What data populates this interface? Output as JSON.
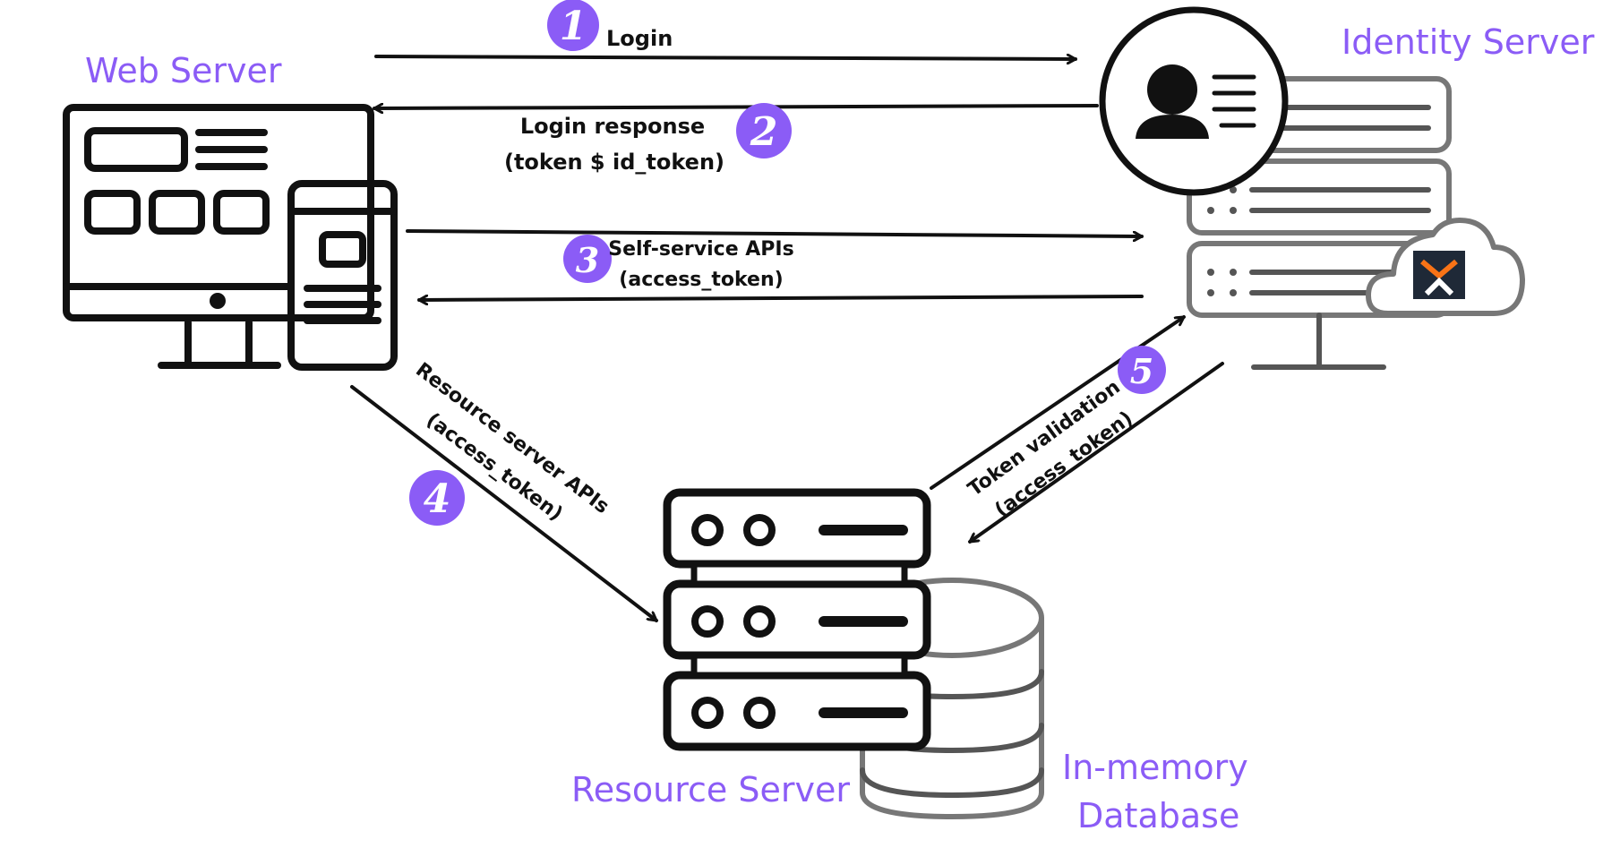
{
  "nodes": {
    "web_server": "Web Server",
    "identity_server": "Identity Server",
    "resource_server": "Resource Server",
    "database_line1": "In-memory",
    "database_line2": "Database"
  },
  "steps": [
    {
      "number": "1",
      "label_line1": "Login",
      "label_line2": ""
    },
    {
      "number": "2",
      "label_line1": "Login response",
      "label_line2": "(token $ id_token)"
    },
    {
      "number": "3",
      "label_line1": "Self-service APIs",
      "label_line2": "(access_token)"
    },
    {
      "number": "4",
      "label_line1": "Resource server APIs",
      "label_line2": "(access_token)"
    },
    {
      "number": "5",
      "label_line1": "Token validation",
      "label_line2": "(access_token)"
    }
  ],
  "colors": {
    "accent": "#8b5cf6",
    "ink": "#111111",
    "brand_dark": "#1f2937",
    "brand_orange": "#f97316"
  },
  "icons": [
    "desktop-monitor-icon",
    "mobile-phone-icon",
    "user-profile-icon",
    "server-rack-icon",
    "cloud-icon",
    "database-icon"
  ]
}
